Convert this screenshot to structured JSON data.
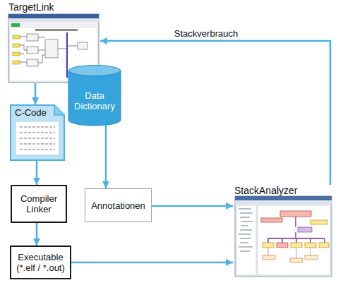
{
  "diagram": {
    "nodes": [
      {
        "text": [
          "TargetLink"
        ]
      },
      {
        "text": [
          "Data Dictionary"
        ]
      },
      {
        "text": [
          "C-Code"
        ]
      },
      {
        "text": [
          "Compiler Linker"
        ]
      },
      {
        "text": [
          "Annotationen"
        ]
      },
      {
        "text": [
          "Executable (*.elf / *.out)"
        ]
      },
      {
        "text": [
          "StackAnalyzer"
        ]
      }
    ],
    "edges": [
      {
        "from": 0,
        "to": 2,
        "arrow": "to"
      },
      {
        "from": 2,
        "to": 3,
        "arrow": "to"
      },
      {
        "from": 3,
        "to": 5,
        "arrow": "to"
      },
      {
        "from": 5,
        "to": 6,
        "arrow": "to"
      },
      {
        "from": 1,
        "to": 4,
        "arrow": "to"
      },
      {
        "from": 4,
        "to": 6,
        "arrow": "to"
      },
      {
        "from": 6,
        "to": 0,
        "label": "Stackverbrauch",
        "arrow": "to"
      }
    ]
  }
}
